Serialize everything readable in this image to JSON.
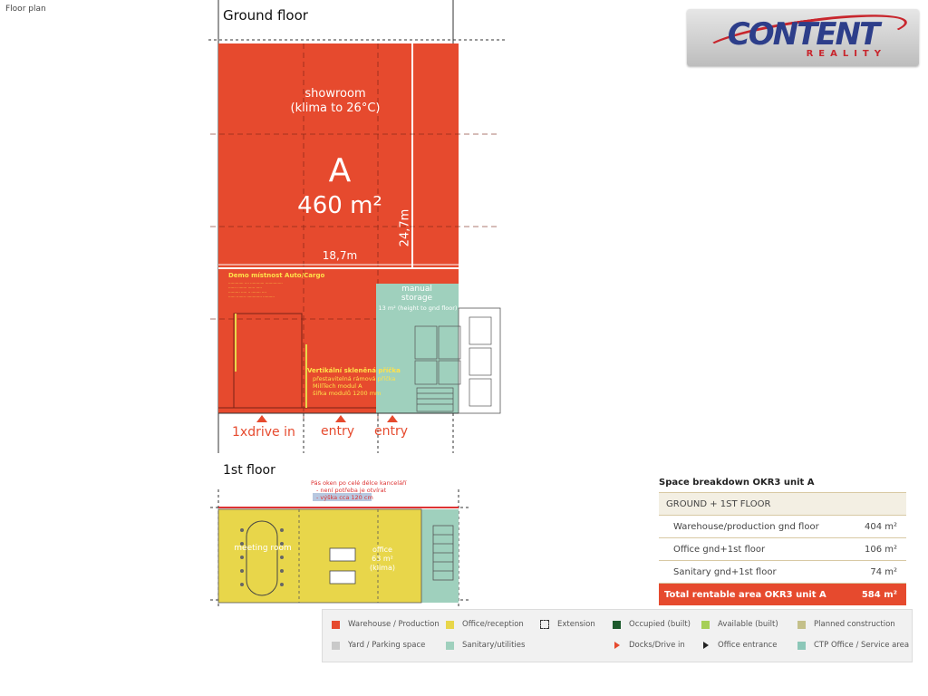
{
  "page_title": "Floor plan",
  "logo": {
    "word": "CONTENT",
    "sub": "REALITY"
  },
  "ground_floor": {
    "heading": "Ground floor",
    "showroom_label": "showroom",
    "showroom_note": "(klima to 26°C)",
    "unit_letter": "A",
    "unit_area": "460 m²",
    "width_dim": "18,7m",
    "depth_dim": "24,7m",
    "demo_title": "Demo místnost Auto/Cargo",
    "storage_label": "manual",
    "storage_label2": "storage",
    "storage_note": "13 m² (height to gnd floor)",
    "partition_title": "Vertikální skleněná příčka",
    "partition_items": [
      "přestavitelná rámová příčka",
      "MillTech modul A",
      "šířka modulů 1200 mm"
    ],
    "drive_in": "1xdrive in",
    "entry_1": "entry",
    "entry_2": "entry"
  },
  "first_floor": {
    "heading": "1st floor",
    "window_note": "Pás oken po celé délce kanceláří",
    "window_items": [
      "není potřeba je otvírat",
      "výška cca 120 cm"
    ],
    "meeting_label": "meeting room",
    "office_label": "office",
    "office_area": "63 m²",
    "office_note": "(klima)"
  },
  "space_breakdown": {
    "title": "Space breakdown OKR3 unit A",
    "header": "GROUND + 1ST FLOOR",
    "rows": [
      {
        "label": "Warehouse/production gnd floor",
        "value": "404 m²"
      },
      {
        "label": "Office gnd+1st floor",
        "value": "106 m²"
      },
      {
        "label": "Sanitary gnd+1st floor",
        "value": "74 m²"
      }
    ],
    "total_label": "Total rentable area OKR3 unit A",
    "total_value": "584 m²"
  },
  "legend": [
    {
      "label": "Warehouse / Production",
      "kind": "swatch",
      "color": "#e64a2e"
    },
    {
      "label": "Office/reception",
      "kind": "swatch",
      "color": "#e8d64a"
    },
    {
      "label": "Extension",
      "kind": "dashed",
      "color": "#333333"
    },
    {
      "label": "Occupied (built)",
      "kind": "swatch",
      "color": "#1d5a2c"
    },
    {
      "label": "Available (built)",
      "kind": "swatch",
      "color": "#a6cf57"
    },
    {
      "label": "Planned construction",
      "kind": "swatch",
      "color": "#c4c08a"
    },
    {
      "label": "Yard / Parking space",
      "kind": "swatch",
      "color": "#c9c9c9"
    },
    {
      "label": "Sanitary/utilities",
      "kind": "swatch",
      "color": "#9fd0bd"
    },
    {
      "label": "Docks/Drive in",
      "kind": "triangle",
      "color": "#e64a2e"
    },
    {
      "label": "Office entrance",
      "kind": "triangle",
      "color": "#222222"
    },
    {
      "label": "CTP Office / Service area",
      "kind": "swatch",
      "color": "#8cc7b8"
    }
  ],
  "colors": {
    "warehouse": "#e64a2e",
    "office": "#e8d64a",
    "sanitary": "#9fd0bd",
    "accent_table": "#f3efe3"
  }
}
